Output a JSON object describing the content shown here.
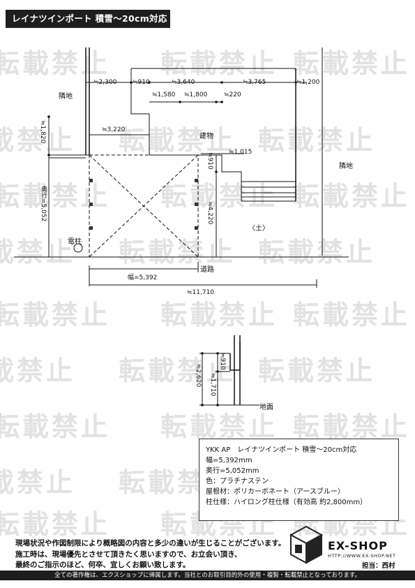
{
  "title": "レイナツインポート 積雪～20cm対応",
  "watermark": "転載禁止",
  "labels": {
    "neighbor_left": "隣地",
    "neighbor_right": "隣地",
    "building": "建物",
    "soil": "〈土〉",
    "pole": "電柱",
    "road": "道路",
    "ground": "地面"
  },
  "dims": {
    "d2300": "≒2,300",
    "d910a": "≒910",
    "d3640": "≒3,640",
    "d3765": "≒3,765",
    "d1200": "≒1,200",
    "d1580": "≒1,580",
    "d1800": "≒1,800",
    "d220": "≒220",
    "d1820": "≒1,820",
    "d3220": "≒3,220",
    "d1015": "≒1,015",
    "d910b": "≒910",
    "depth": "奥行=5,052",
    "d4220": "≒4,220",
    "width": "幅=5,392",
    "d11710": "≒11,710",
    "h2620": "≒2,620",
    "h1710": "≒1,710",
    "h910": "≒910"
  },
  "spec": {
    "line1": "YKK AP　レイナツインポート 積雪～20cm対応",
    "line2": "幅=5,392mm",
    "line3": "奥行=5,052mm",
    "line4": "色：プラチナステン",
    "line5": "屋根材：ポリカーボネート（アースブルー）",
    "line6": "柱仕様：ハイロング柱仕様（有効高 約2,800mm）"
  },
  "notes": {
    "line1": "現場状況や作図制限により概略図の内容と多少の違いが生じることがございます。",
    "line2": "施工時は、現場優先とさせて頂きたく思いますので、お立会い頂き、",
    "line3": "最終のご指示のほど、何卒、宜しくお願い致します。"
  },
  "logo": {
    "name": "EX-SHOP",
    "url": "HTTP://WWW.EX-SHOP.NET",
    "staff": "担当：西村"
  },
  "footer": "全ての著作権は、エクスショップに帰属します。当社とのお取引目的外の使用・複製・転載禁止となっております。"
}
